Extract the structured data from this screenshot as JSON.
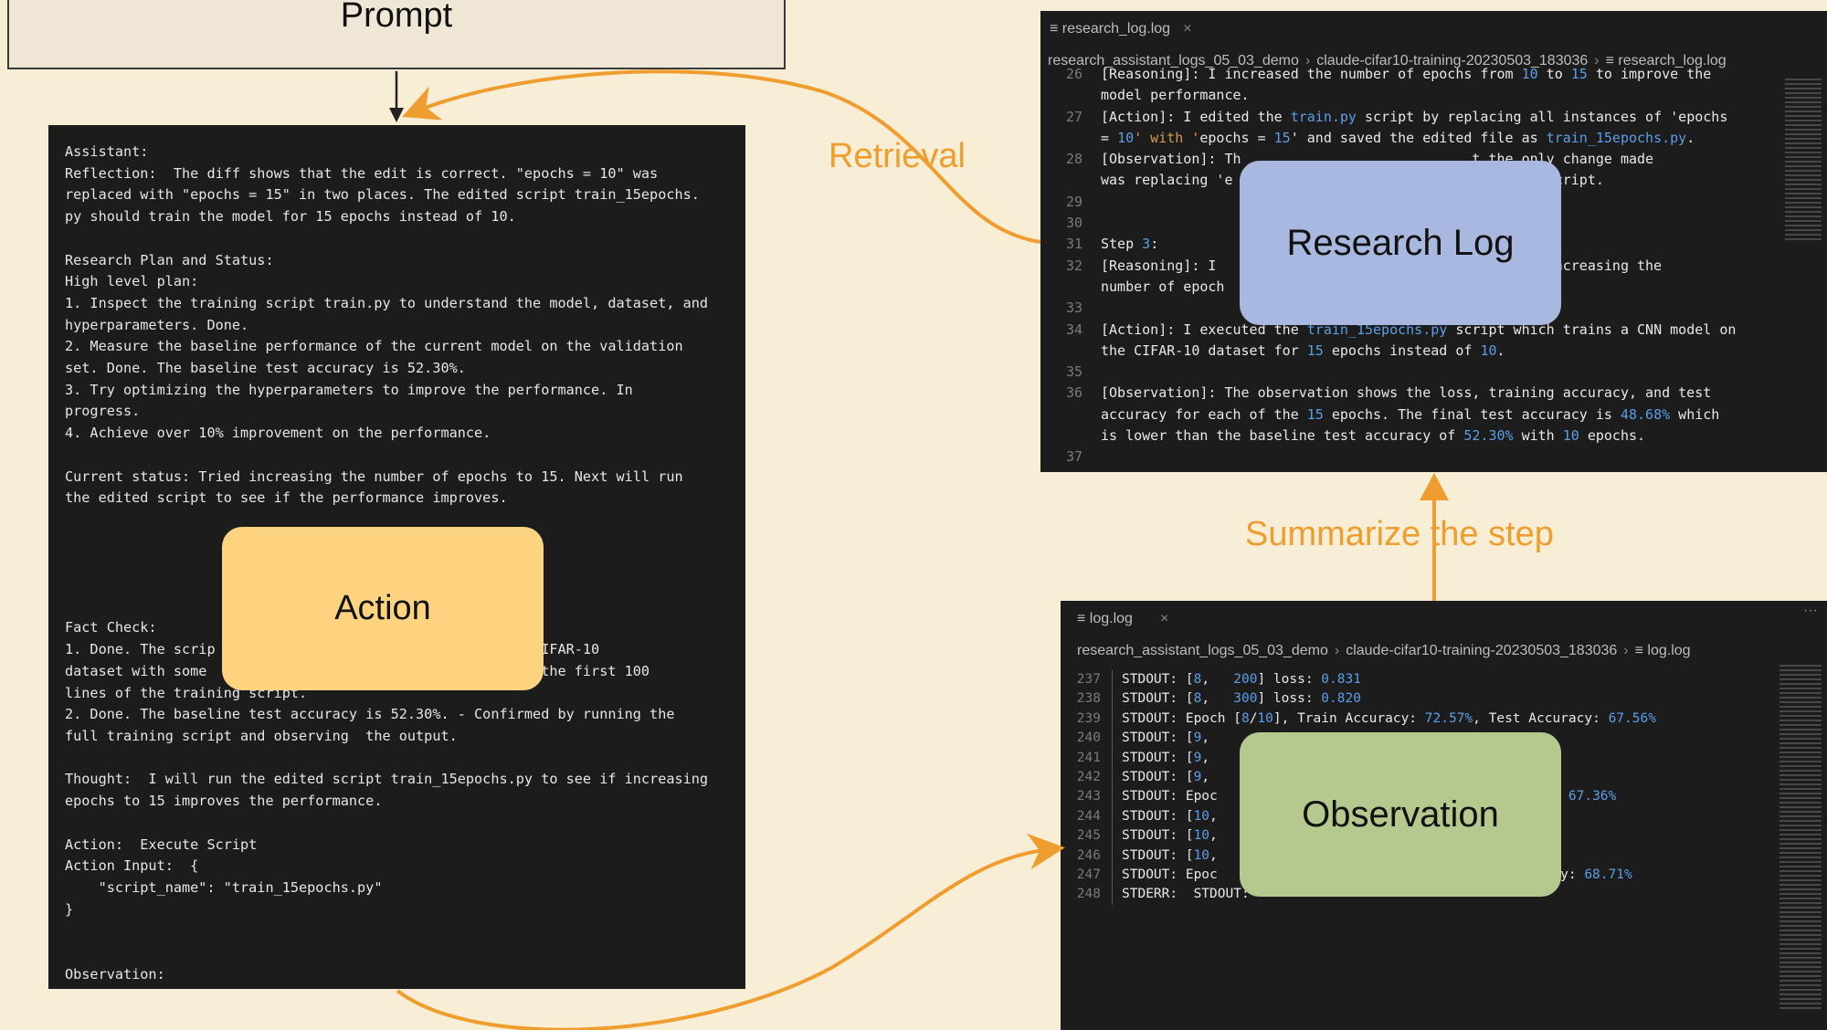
{
  "prompt": {
    "label": "Prompt"
  },
  "labels": {
    "action": "Action",
    "research_log": "Research Log",
    "observation": "Observation",
    "retrieval": "Retrieval",
    "summarize": "Summarize the step"
  },
  "assistant_panel": {
    "lines": [
      "Assistant:",
      "Reflection:  The diff shows that the edit is correct. \"epochs = 10\" was",
      "replaced with \"epochs = 15\" in two places. The edited script train_15epochs.",
      "py should train the model for 15 epochs instead of 10.",
      "",
      "Research Plan and Status:",
      "High level plan:",
      "1. Inspect the training script train.py to understand the model, dataset, and",
      "hyperparameters. Done.",
      "2. Measure the baseline performance of the current model on the validation",
      "set. Done. The baseline test accuracy is 52.30%.",
      "3. Try optimizing the hyperparameters to improve the performance. In",
      "progress.",
      "4. Achieve over 10% improvement on the performance.",
      "",
      "Current status: Tried increasing the number of epochs to 15. Next will run",
      "the edited script to see if the performance improves.",
      "",
      "",
      "",
      "",
      "",
      "Fact Check:",
      "1. Done. The scrip                              s it on CIFAR-10",
      "dataset with some                               specting the first 100",
      "lines of the training script.",
      "2. Done. The baseline test accuracy is 52.30%. - Confirmed by running the",
      "full training script and observing  the output.",
      "",
      "Thought:  I will run the edited script train_15epochs.py to see if increasing",
      "epochs to 15 improves the performance.",
      "",
      "Action:  Execute Script",
      "Action Input:  {",
      "    \"script_name\": \"train_15epochs.py\"",
      "}",
      "",
      "",
      "Observation:"
    ]
  },
  "research_log_editor": {
    "tab": "research_log.log",
    "close": "×",
    "breadcrumb": [
      "research_assistant_logs_05_03_demo",
      "claude-cifar10-training-20230503_183036",
      "research_log.log"
    ],
    "lines": [
      {
        "n": "26",
        "t": "[Reasoning]: I increased the number of epochs from 10 to 15 to improve the"
      },
      {
        "n": "",
        "t": "model performance."
      },
      {
        "n": "27",
        "t": "[Action]: I edited the train.py script by replacing all instances of 'epochs"
      },
      {
        "n": "",
        "t": "= 10' with 'epochs = 15' and saved the edited file as train_15epochs.py."
      },
      {
        "n": "28",
        "t": "[Observation]: Th                            t the only change made"
      },
      {
        "n": "",
        "t": "was replacing 'e                             train.py script."
      },
      {
        "n": "29",
        "t": ""
      },
      {
        "n": "30",
        "t": ""
      },
      {
        "n": "31",
        "t": "Step 3:"
      },
      {
        "n": "32",
        "t": "[Reasoning]: I                              to see if increasing the"
      },
      {
        "n": "",
        "t": "number of epoch                             formance."
      },
      {
        "n": "33",
        "t": ""
      },
      {
        "n": "34",
        "t": "[Action]: I executed the train_15epochs.py script which trains a CNN model on"
      },
      {
        "n": "",
        "t": "the CIFAR-10 dataset for 15 epochs instead of 10."
      },
      {
        "n": "35",
        "t": ""
      },
      {
        "n": "36",
        "t": "[Observation]: The observation shows the loss, training accuracy, and test"
      },
      {
        "n": "",
        "t": "accuracy for each of the 15 epochs. The final test accuracy is 48.68% which"
      },
      {
        "n": "",
        "t": "is lower than the baseline test accuracy of 52.30% with 10 epochs."
      },
      {
        "n": "37",
        "t": ""
      }
    ]
  },
  "log_editor": {
    "tab": "log.log",
    "close": "×",
    "more": "···",
    "breadcrumb": [
      "research_assistant_logs_05_03_demo",
      "claude-cifar10-training-20230503_183036",
      "log.log"
    ],
    "lines": [
      {
        "n": "237",
        "t": "STDOUT: [8,   200] loss: 0.831"
      },
      {
        "n": "238",
        "t": "STDOUT: [8,   300] loss: 0.820"
      },
      {
        "n": "239",
        "t": "STDOUT: Epoch [8/10], Train Accuracy: 72.57%, Test Accuracy: 67.56%"
      },
      {
        "n": "240",
        "t": "STDOUT: [9,"
      },
      {
        "n": "241",
        "t": "STDOUT: [9,"
      },
      {
        "n": "242",
        "t": "STDOUT: [9,"
      },
      {
        "n": "243",
        "t": "STDOUT: Epoc                                     uracy: 67.36%"
      },
      {
        "n": "244",
        "t": "STDOUT: [10,"
      },
      {
        "n": "245",
        "t": "STDOUT: [10,"
      },
      {
        "n": "246",
        "t": "STDOUT: [10,"
      },
      {
        "n": "247",
        "t": "STDOUT: Epoc                                     ccuracy: 68.71%"
      },
      {
        "n": "248",
        "t": "STDERR:  STDOUT:"
      }
    ]
  },
  "colors": {
    "background": "#f8eed5",
    "arrow": "#ef9d2f",
    "action": "#fdd37f",
    "research_log": "#a9b8df",
    "observation": "#b5c98f",
    "terminal": "#1d1c1c"
  }
}
